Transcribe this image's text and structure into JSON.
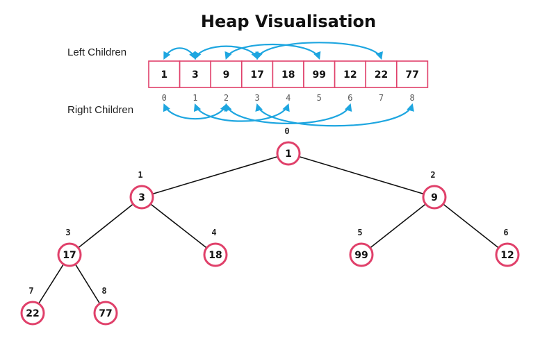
{
  "title": "Heap Visualisation",
  "labels": {
    "left_children": "Left Children",
    "right_children": "Right Children"
  },
  "array": {
    "values": [
      "1",
      "3",
      "9",
      "17",
      "18",
      "99",
      "12",
      "22",
      "77"
    ],
    "indices": [
      "0",
      "1",
      "2",
      "3",
      "4",
      "5",
      "6",
      "7",
      "8"
    ]
  },
  "left_links": [
    [
      0,
      1
    ],
    [
      1,
      3
    ],
    [
      2,
      5
    ],
    [
      3,
      7
    ]
  ],
  "right_links": [
    [
      0,
      2
    ],
    [
      1,
      4
    ],
    [
      2,
      6
    ],
    [
      3,
      8
    ]
  ],
  "tree": {
    "nodes": [
      {
        "index": "0",
        "value": "1"
      },
      {
        "index": "1",
        "value": "3"
      },
      {
        "index": "2",
        "value": "9"
      },
      {
        "index": "3",
        "value": "17"
      },
      {
        "index": "4",
        "value": "18"
      },
      {
        "index": "5",
        "value": "99"
      },
      {
        "index": "6",
        "value": "12"
      },
      {
        "index": "7",
        "value": "22"
      },
      {
        "index": "8",
        "value": "77"
      }
    ]
  },
  "colors": {
    "accent": "#e0406a",
    "arrow": "#1ea6e0"
  }
}
